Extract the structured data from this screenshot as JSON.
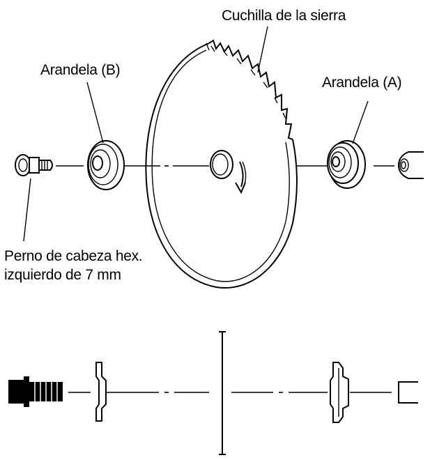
{
  "labels": {
    "saw_blade": "Cuchilla de la sierra",
    "washer_b": "Arandela (B)",
    "washer_a": "Arandela (A)",
    "bolt_line1": "Perno de cabeza hex.",
    "bolt_line2": "izquierdo de 7 mm"
  }
}
